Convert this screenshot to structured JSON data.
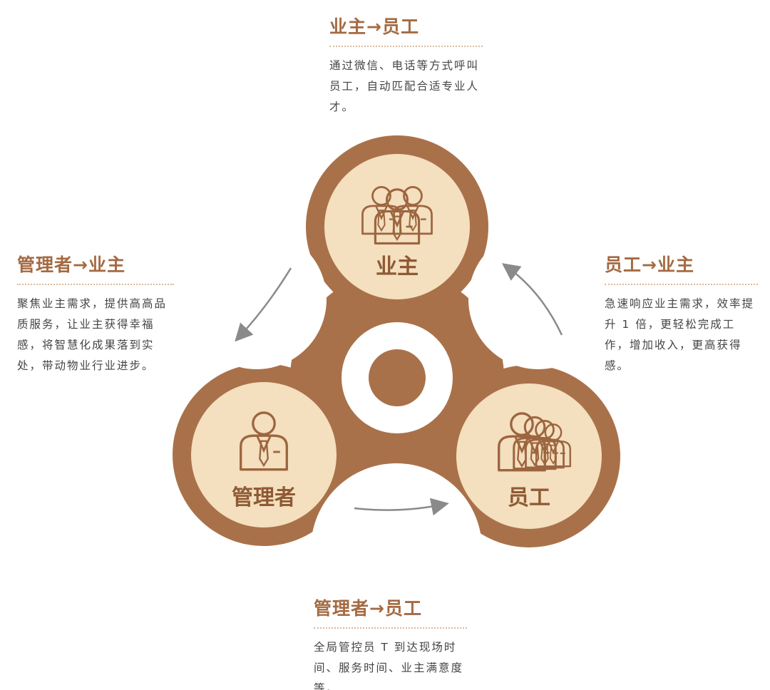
{
  "flows": {
    "owner_to_staff": {
      "title": "业主→员工",
      "desc": "通过微信、电话等方式呼叫员工，自动匹配合适专业人才。"
    },
    "manager_to_owner": {
      "title": "管理者→业主",
      "desc": "聚焦业主需求，提供高高品质服务，让业主获得幸福感，将智慧化成果落到实处，带动物业行业进步。"
    },
    "staff_to_owner": {
      "title": "员工→业主",
      "desc": "急速响应业主需求，效率提升 1 倍，更轻松完成工作，增加收入，更高获得感。"
    },
    "manager_to_staff": {
      "title": "管理者→员工",
      "desc": "全局管控员 T 到达现场时间、服务时间、业主满意度等。"
    }
  },
  "nodes": {
    "owner": "业主",
    "manager": "管理者",
    "staff": "员工"
  },
  "colors": {
    "spinner_body": "#a9714a",
    "node_fill": "#f4dfbe",
    "icon_stroke": "#9c6540",
    "title": "#a46a42",
    "arrow": "#8a8a8a"
  },
  "icons": {
    "owner": "group-person-icon",
    "manager": "person-icon",
    "staff": "stacked-person-icon"
  }
}
